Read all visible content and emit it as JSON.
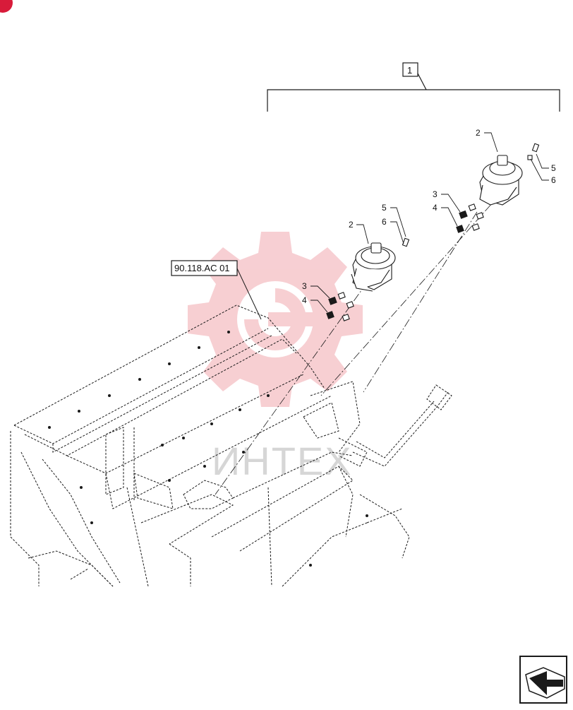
{
  "diagram": {
    "assembly_callout": "1",
    "reference_box": "90.118.AC 01",
    "callouts": {
      "left_group": {
        "part_2": "2",
        "part_3": "3",
        "part_4": "4",
        "part_5": "5",
        "part_6": "6"
      },
      "right_group": {
        "part_2": "2",
        "part_3": "3",
        "part_4": "4",
        "part_5": "5",
        "part_6": "6"
      }
    },
    "watermark_text": "ИНТЕХ",
    "colors": {
      "line": "#1a1a1a",
      "watermark_gear": "#f2b8bd",
      "corner_badge": "#d81b3a"
    },
    "icons": {
      "nav": "next-page-arrow-icon",
      "corner": "corner-badge-icon"
    }
  }
}
